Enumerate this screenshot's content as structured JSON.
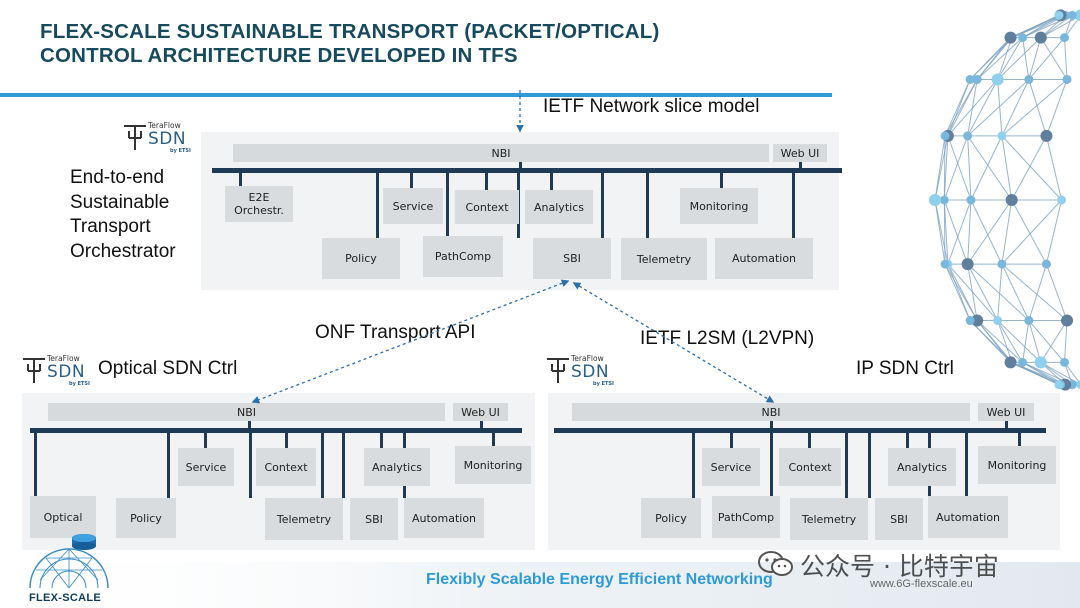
{
  "slide": {
    "title_line1": "FLEX-SCALE SUSTAINABLE TRANSPORT (PACKET/OPTICAL)",
    "title_line2": "CONTROL ARCHITECTURE DEVELOPED IN TFS"
  },
  "labels": {
    "network_slice_model": "IETF Network slice model",
    "onf_api": "ONF Transport API",
    "l2sm": "IETF L2SM (L2VPN)",
    "optical_ctrl": "Optical SDN Ctrl",
    "ip_ctrl": "IP SDN Ctrl",
    "orchestrator_lines": [
      "End-to-end",
      "Sustainable",
      "Transport",
      "Orchestrator"
    ]
  },
  "sdn_logo": {
    "brand_small": "TeraFlow",
    "brand_big": "SDN",
    "brand_by": "by ETSI"
  },
  "orchestrator": {
    "nbi": "NBI",
    "webui": "Web UI",
    "components": {
      "e2e": "E2E\nOrchestr.",
      "service": "Service",
      "context": "Context",
      "analytics": "Analytics",
      "monitoring": "Monitoring",
      "policy": "Policy",
      "pathcomp": "PathComp",
      "sbi": "SBI",
      "telemetry": "Telemetry",
      "automation": "Automation"
    }
  },
  "optical_sdn": {
    "nbi": "NBI",
    "webui": "Web UI",
    "components": {
      "optical": "Optical",
      "policy": "Policy",
      "service": "Service",
      "context": "Context",
      "analytics": "Analytics",
      "monitoring": "Monitoring",
      "telemetry": "Telemetry",
      "sbi": "SBI",
      "automation": "Automation"
    }
  },
  "ip_sdn": {
    "nbi": "NBI",
    "webui": "Web UI",
    "components": {
      "service": "Service",
      "context": "Context",
      "analytics": "Analytics",
      "monitoring": "Monitoring",
      "policy": "Policy",
      "pathcomp": "PathComp",
      "telemetry": "Telemetry",
      "sbi": "SBI",
      "automation": "Automation"
    }
  },
  "footer": {
    "slogan": "Flexibly Scalable Energy Efficient Networking",
    "url": "www.6G-flexscale.eu",
    "watermark": "公众号 · 比特宇宙",
    "logo_text": "FLEX-SCALE"
  },
  "colors": {
    "title": "#164a5c",
    "accent_blue": "#2e9bd6",
    "bus": "#1e3a56",
    "panel": "#f1f3f5",
    "component": "#d9dcdf"
  }
}
